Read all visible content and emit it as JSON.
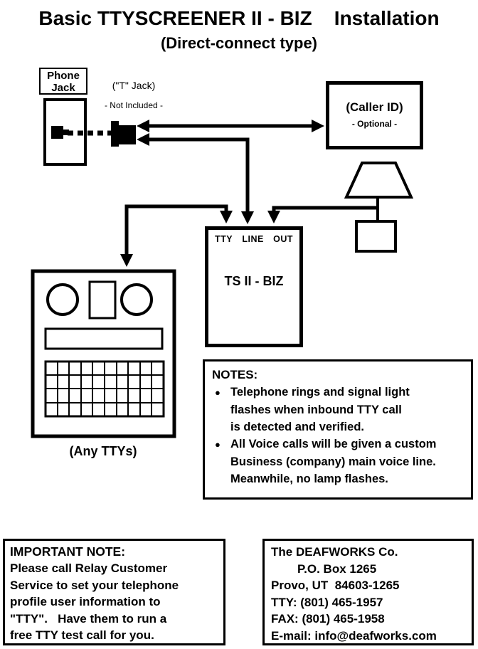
{
  "title": "Basic TTYSCREENER II - BIZ    Installation",
  "subtitle": "(Direct-connect type)",
  "phone_jack": {
    "line1": "Phone",
    "line2": "Jack"
  },
  "t_jack": {
    "label": "(\"T\" Jack)",
    "note": "- Not Included -"
  },
  "caller_id": {
    "label": "(Caller ID)",
    "note": "- Optional -"
  },
  "ts_unit": {
    "terminals": [
      "TTY",
      "LINE",
      "OUT"
    ],
    "name": "TS II - BIZ"
  },
  "tty_caption": "(Any TTYs)",
  "notes": {
    "heading": "NOTES:",
    "bullet": "●",
    "items": [
      {
        "lines": [
          "Telephone rings and signal light",
          "flashes when inbound TTY call",
          "is detected and verified."
        ]
      },
      {
        "lines": [
          "All Voice calls will be given a custom",
          "Business (company) main voice line.",
          "Meanwhile, no lamp flashes."
        ]
      }
    ]
  },
  "important_note": {
    "heading": "IMPORTANT NOTE:",
    "lines": [
      "Please call Relay Customer",
      "Service to set your telephone",
      "profile user information to",
      "\"TTY\".   Have them to run a",
      "free TTY test call for you."
    ]
  },
  "contact": {
    "lines": [
      "The DEAFWORKS Co.",
      "P.O. Box 1265",
      "Provo, UT  84603-1265",
      "TTY: (801) 465-1957",
      "FAX: (801) 465-1958",
      "E-mail: info@deafworks.com"
    ]
  }
}
